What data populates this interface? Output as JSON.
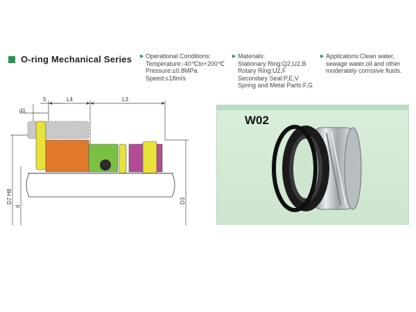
{
  "title": "O-ring Mechanical Series",
  "operational": {
    "heading": "Operational Conditions:",
    "temperature": "Temperature:-40℃to+200℃",
    "pressure": "Pressure:≤0.8MPa",
    "speed": "Speed:≤18m/s"
  },
  "materials": {
    "heading": "Materials:",
    "stationary": "Stationary Ring:Q2,U2,B",
    "rotary": "Rotary Ring:U2,F",
    "secondary": "Secondary Seal:P,E,V",
    "spring": "Spring and Metal Parts:F,G"
  },
  "applications": {
    "text": "Applicatons:Clean water, sewage water,oil and other moderately corrosive fluids."
  },
  "diagram": {
    "labels": {
      "d1": "d1",
      "five": "5",
      "L4": "L4",
      "L3": "L3",
      "D7H8": "D7 H8",
      "d": "d",
      "D3": "D3"
    },
    "colors": {
      "yellow": "#e8e23a",
      "orange": "#e07a2a",
      "green": "#79c043",
      "purple": "#b24c94",
      "gray": "#c9c9c9",
      "black": "#2a2a2a"
    }
  },
  "photo": {
    "model": "W02"
  }
}
